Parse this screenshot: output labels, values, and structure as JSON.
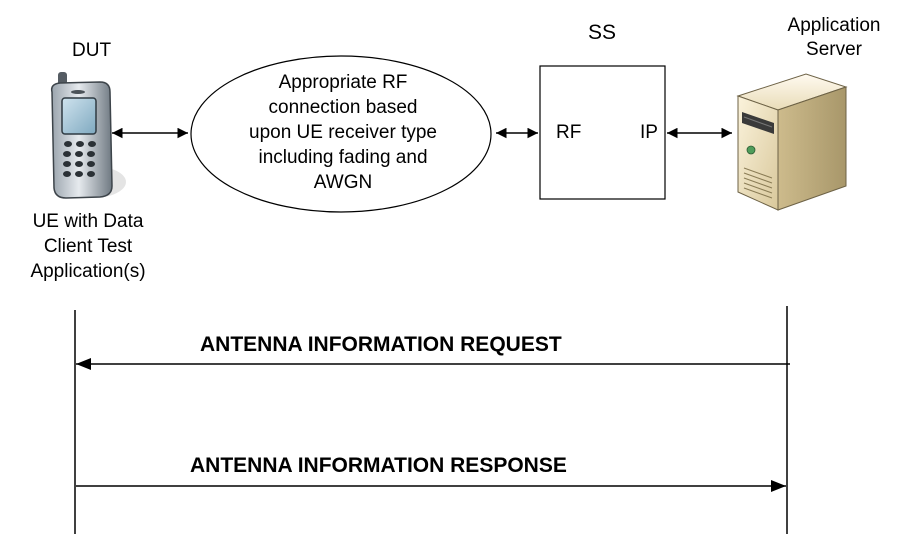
{
  "nodes": {
    "dut_label": "DUT",
    "ue_label": "UE with Data\nClient Test\nApplication(s)",
    "rf_connection": "Appropriate RF\nconnection based\nupon UE receiver type\nincluding fading and\nAWGN",
    "ss_label": "SS",
    "ss_rf_port": "RF",
    "ss_ip_port": "IP",
    "server_label": "Application\nServer"
  },
  "messages": [
    {
      "label": "ANTENNA INFORMATION REQUEST",
      "direction": "server-to-ue"
    },
    {
      "label": "ANTENNA INFORMATION RESPONSE",
      "direction": "ue-to-server"
    }
  ],
  "icons": {
    "phone": "mobile-phone-icon",
    "server": "server-tower-icon"
  }
}
